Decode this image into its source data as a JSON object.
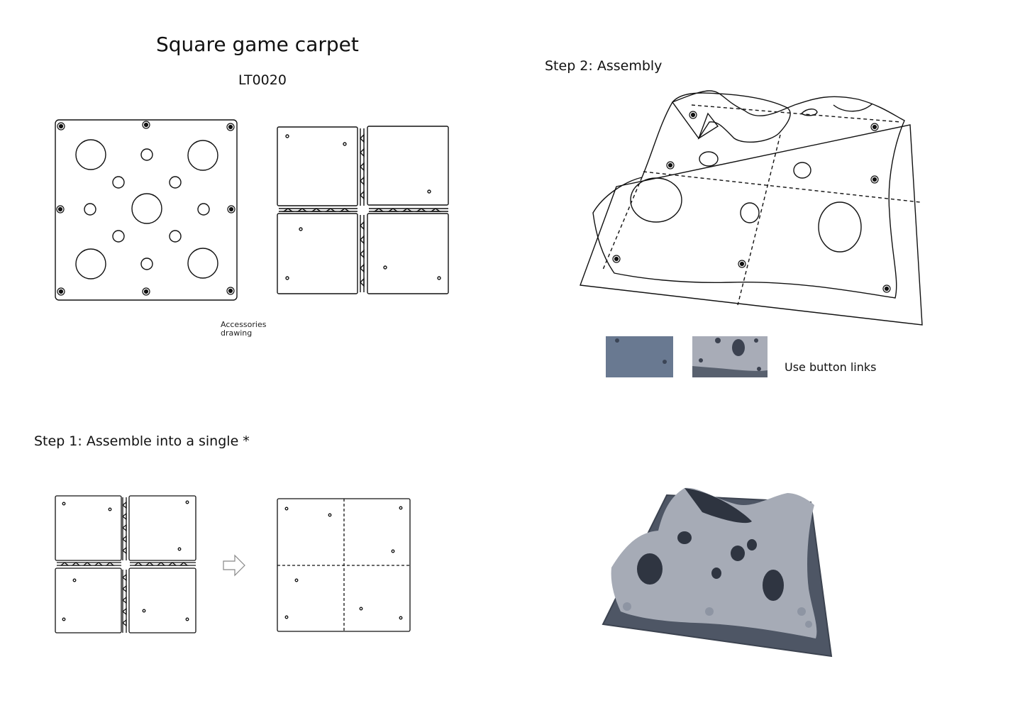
{
  "title": "Square game carpet",
  "product_code": "LT0020",
  "accessories_caption": "Accessories drawing",
  "step1_label": "Step 1: Assemble into a single *",
  "step2_label": "Step 2: Assembly",
  "button_links_caption": "Use button links",
  "colors": {
    "line": "#111111",
    "felt": "#9ea4b5",
    "base": "#4f5766",
    "photo_blue": "#6d7c93"
  }
}
